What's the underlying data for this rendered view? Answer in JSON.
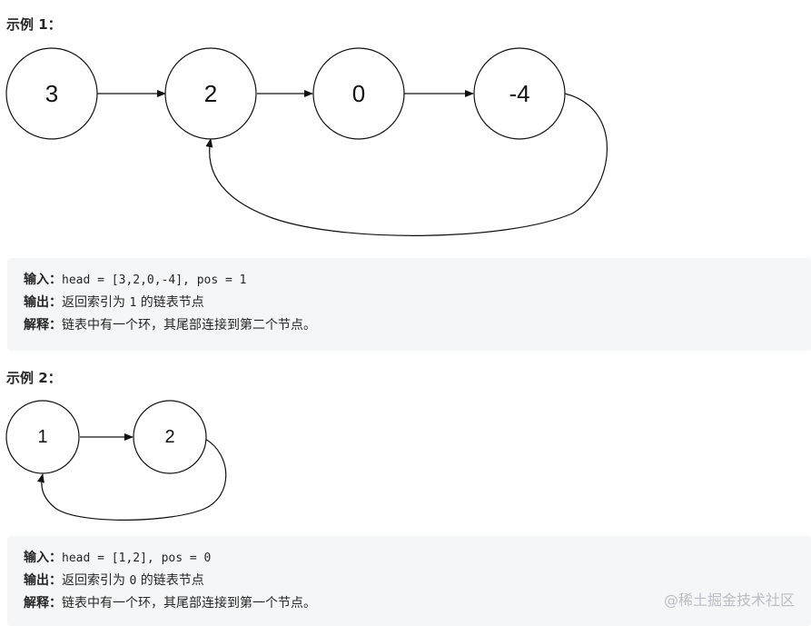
{
  "example1": {
    "title": "示例 1：",
    "nodes": [
      "3",
      "2",
      "0",
      "-4"
    ],
    "input_label": "输入：",
    "input_value": "head = [3,2,0,-4], pos = 1",
    "output_label": "输出：",
    "output_prefix": "返回索引为 ",
    "output_index": "1",
    "output_suffix": " 的链表节点",
    "explain_label": "解释：",
    "explain_text": "链表中有一个环，其尾部连接到第二个节点。"
  },
  "example2": {
    "title": "示例 2：",
    "nodes": [
      "1",
      "2"
    ],
    "input_label": "输入：",
    "input_value": "head = [1,2], pos = 0",
    "output_label": "输出：",
    "output_prefix": "返回索引为 ",
    "output_index": "0",
    "output_suffix": " 的链表节点",
    "explain_label": "解释：",
    "explain_text": "链表中有一个环，其尾部连接到第一个节点。"
  },
  "watermark": "@稀土掘金技术社区"
}
